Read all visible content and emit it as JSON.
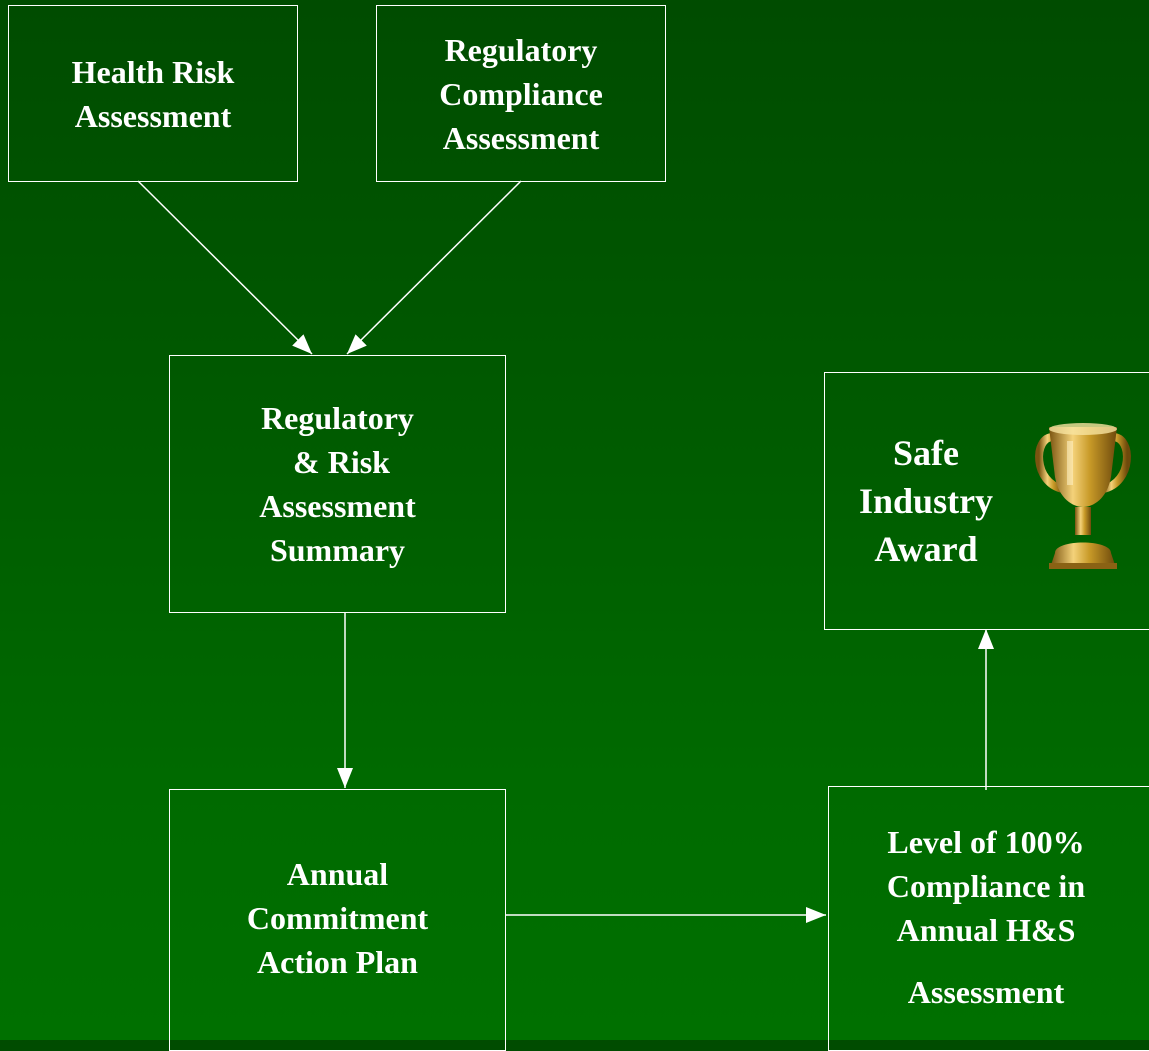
{
  "diagram": {
    "nodes": {
      "health_risk": {
        "lines": [
          "Health Risk",
          "Assessment"
        ]
      },
      "regulatory_compliance": {
        "lines": [
          "Regulatory",
          "Compliance",
          "Assessment"
        ]
      },
      "summary": {
        "lines": [
          "Regulatory",
          " & Risk",
          "Assessment",
          "Summary"
        ]
      },
      "action_plan": {
        "lines": [
          "Annual",
          "Commitment",
          "Action Plan"
        ]
      },
      "compliance_level": {
        "lines": [
          "Level of 100%",
          "Compliance in",
          "Annual H&S",
          "Assessment"
        ]
      },
      "award": {
        "lines": [
          "Safe",
          "Industry",
          "Award"
        ],
        "icon": "trophy-icon"
      }
    },
    "edges": [
      {
        "from": "health_risk",
        "to": "summary"
      },
      {
        "from": "regulatory_compliance",
        "to": "summary"
      },
      {
        "from": "summary",
        "to": "action_plan"
      },
      {
        "from": "action_plan",
        "to": "compliance_level"
      },
      {
        "from": "compliance_level",
        "to": "award"
      }
    ]
  },
  "colors": {
    "background_top": "#004c00",
    "background_bottom": "#007000",
    "line": "#ffffff",
    "text": "#ffffff",
    "trophy": "#c89a28"
  }
}
